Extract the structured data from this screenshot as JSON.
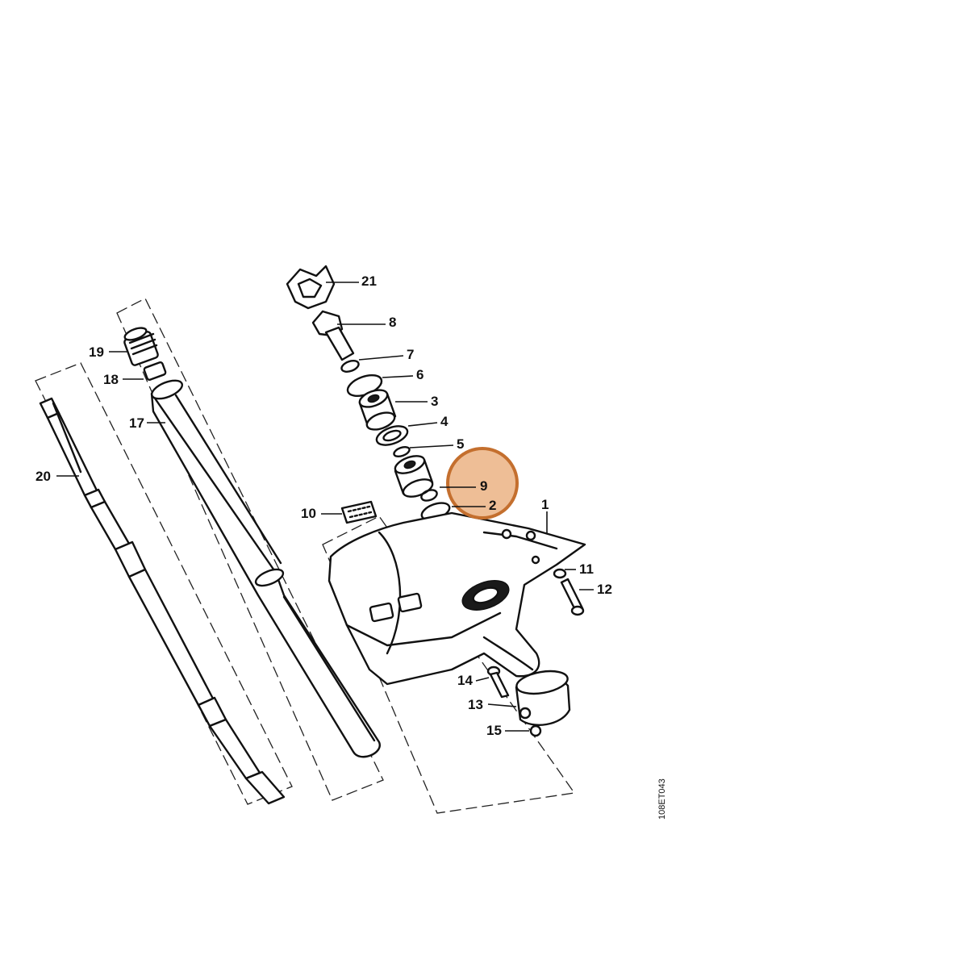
{
  "drawing_code": "108ET043",
  "highlight": {
    "color": "#e8a56e",
    "target_part": "9"
  },
  "parts": {
    "p1": "1",
    "p2": "2",
    "p3": "3",
    "p4": "4",
    "p5": "5",
    "p6": "6",
    "p7": "7",
    "p8": "8",
    "p9": "9",
    "p10": "10",
    "p11": "11",
    "p12": "12",
    "p13": "13",
    "p14": "14",
    "p15": "15",
    "p17": "17",
    "p18": "18",
    "p19": "19",
    "p20": "20",
    "p21": "21"
  }
}
